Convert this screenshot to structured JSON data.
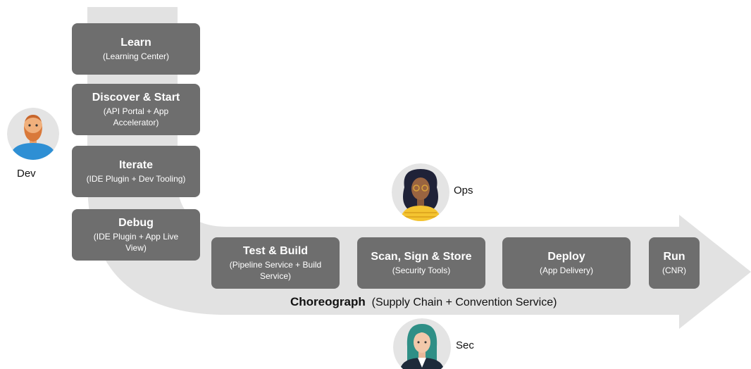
{
  "personas": {
    "dev": "Dev",
    "ops": "Ops",
    "sec": "Sec"
  },
  "steps": {
    "learn": {
      "title": "Learn",
      "subtitle": "(Learning Center)"
    },
    "discover": {
      "title": "Discover & Start",
      "subtitle": "(API Portal + App Accelerator)"
    },
    "iterate": {
      "title": "Iterate",
      "subtitle": "(IDE Plugin + Dev Tooling)"
    },
    "debug": {
      "title": "Debug",
      "subtitle": "(IDE Plugin + App Live View)"
    },
    "test_build": {
      "title": "Test & Build",
      "subtitle": "(Pipeline Service + Build Service)"
    },
    "scan": {
      "title": "Scan, Sign & Store",
      "subtitle": "(Security Tools)"
    },
    "deploy": {
      "title": "Deploy",
      "subtitle": "(App Delivery)"
    },
    "run": {
      "title": "Run",
      "subtitle": "(CNR)"
    }
  },
  "choreograph": {
    "name": "Choreograph",
    "description": "(Supply Chain + Convention Service)"
  },
  "colors": {
    "box": "#6e6e6e",
    "arrow": "#e2e2e2",
    "avatar_bg": "#e4e4e4"
  }
}
